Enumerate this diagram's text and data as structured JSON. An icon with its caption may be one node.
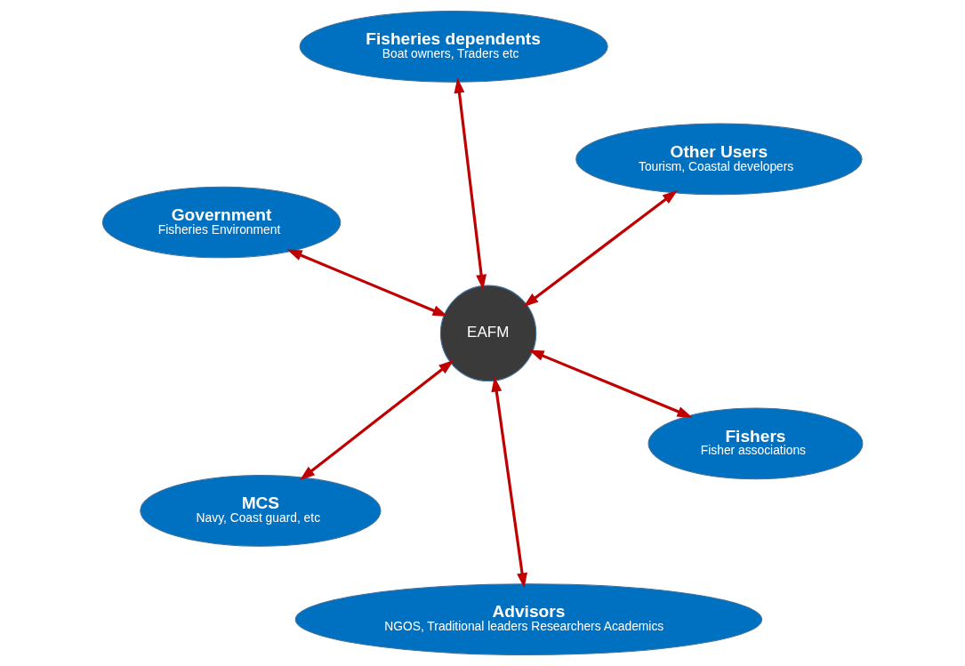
{
  "diagram": {
    "nodes": [
      {
        "text": [
          "Government",
          "Fisheries Environment"
        ]
      },
      {
        "text": [
          "Fishers",
          "Fisher associations"
        ]
      },
      {
        "text": [
          "Advisors",
          "NGOS, Traditional leaders Researchers Academics"
        ]
      },
      {
        "text": [
          "EAFM"
        ]
      },
      {
        "text": [
          "Other Users",
          "Tourism, Coastal developers"
        ]
      },
      {
        "text": [
          "Fisheries dependents",
          "Boat owners, Traders etc"
        ]
      },
      {
        "text": [
          "MCS",
          "Navy, Coast guard, etc"
        ]
      }
    ],
    "edges": [
      {
        "from": 3,
        "to": 0,
        "arrow": "both"
      },
      {
        "from": 3,
        "to": 1,
        "arrow": "both"
      },
      {
        "from": 3,
        "to": 2,
        "arrow": "both"
      },
      {
        "from": 3,
        "to": 4,
        "arrow": "both"
      },
      {
        "from": 3,
        "to": 5,
        "arrow": "both"
      },
      {
        "from": 3,
        "to": 6,
        "arrow": "both"
      }
    ]
  }
}
